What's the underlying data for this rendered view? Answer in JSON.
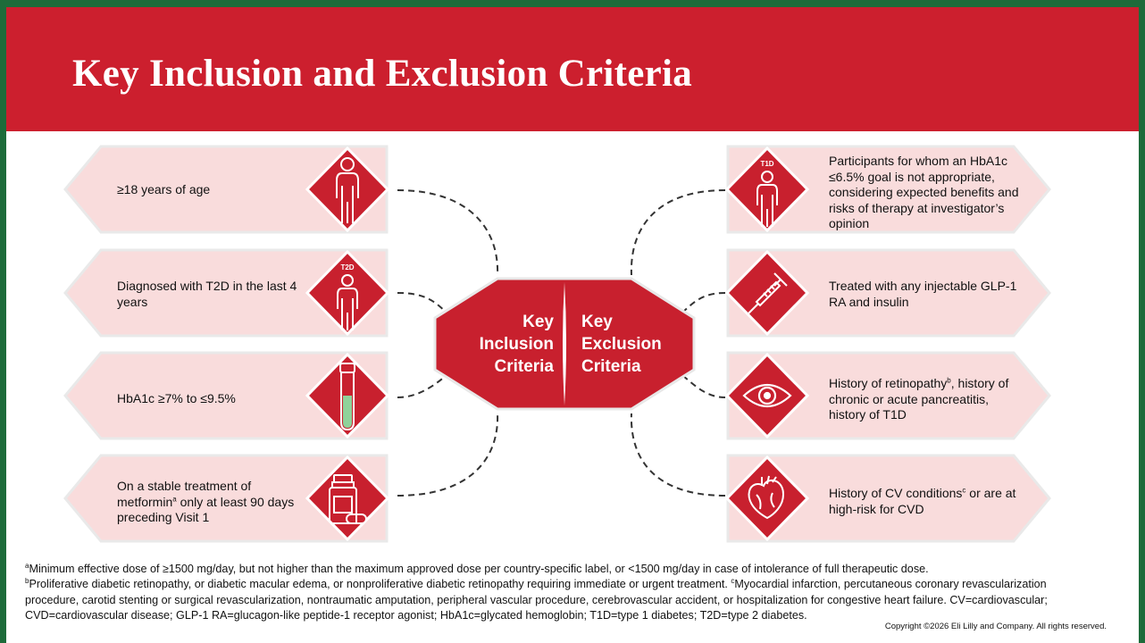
{
  "title": "Key Inclusion and Exclusion Criteria",
  "colors": {
    "header_red": "#cc1f2e",
    "diamond_red": "#c8202e",
    "card_fill": "#f9dcdc",
    "tube_green": "#8fd29a"
  },
  "center": {
    "inclusion_line1": "Key",
    "inclusion_line2": "Inclusion",
    "inclusion_line3": "Criteria",
    "exclusion_line1": "Key",
    "exclusion_line2": "Exclusion",
    "exclusion_line3": "Criteria"
  },
  "inclusion": [
    {
      "text": "≥18 years of age",
      "icon": "person-icon"
    },
    {
      "text": "Diagnosed with T2D in the last 4 years",
      "icon": "person-t2d-icon",
      "icon_label": "T2D"
    },
    {
      "text": "HbA1c ≥7% to ≤9.5%",
      "icon": "test-tube-icon"
    },
    {
      "text_before_sup": "On a stable treatment of metformin",
      "sup": "a",
      "text_after_sup": " only at least 90 days preceding Visit 1",
      "icon": "pill-bottle-icon"
    }
  ],
  "exclusion": [
    {
      "text": "Participants for whom an HbA1c ≤6.5% goal is not appropriate, considering expected benefits and risks of therapy at investigator’s opinion",
      "icon": "person-t1d-icon",
      "icon_label": "T1D"
    },
    {
      "text": "Treated with any injectable GLP-1 RA and insulin",
      "icon": "syringe-icon"
    },
    {
      "text_before_sup": "History of retinopathy",
      "sup": "b",
      "text_after_sup": ", history of chronic or acute pancreatitis, history of T1D",
      "icon": "eye-icon"
    },
    {
      "text_before_sup": "History of CV conditions",
      "sup": "c",
      "text_after_sup": " or are at high-risk for CVD",
      "icon": "heart-icon"
    }
  ],
  "footnotes": {
    "a_mark": "a",
    "a_text": "Minimum effective dose of ≥1500 mg/day, but not higher than the maximum approved dose per country-specific label, or <1500 mg/day in case of intolerance of full therapeutic dose.",
    "b_mark": "b",
    "b_text": "Proliferative diabetic retinopathy, or diabetic macular edema, or nonproliferative diabetic retinopathy requiring immediate or urgent treatment. ",
    "c_mark": "c",
    "c_text": "Myocardial infarction, percutaneous coronary revascularization procedure, carotid stenting or surgical revascularization, nontraumatic amputation, peripheral vascular procedure, cerebrovascular accident, or hospitalization for congestive heart failure. CV=cardiovascular; CVD=cardiovascular disease; GLP-1 RA=glucagon-like peptide-1 receptor agonist; HbA1c=glycated hemoglobin; T1D=type 1 diabetes; T2D=type 2 diabetes."
  },
  "copyright": "Copyright ©2026 Eli Lilly and Company. All rights reserved."
}
